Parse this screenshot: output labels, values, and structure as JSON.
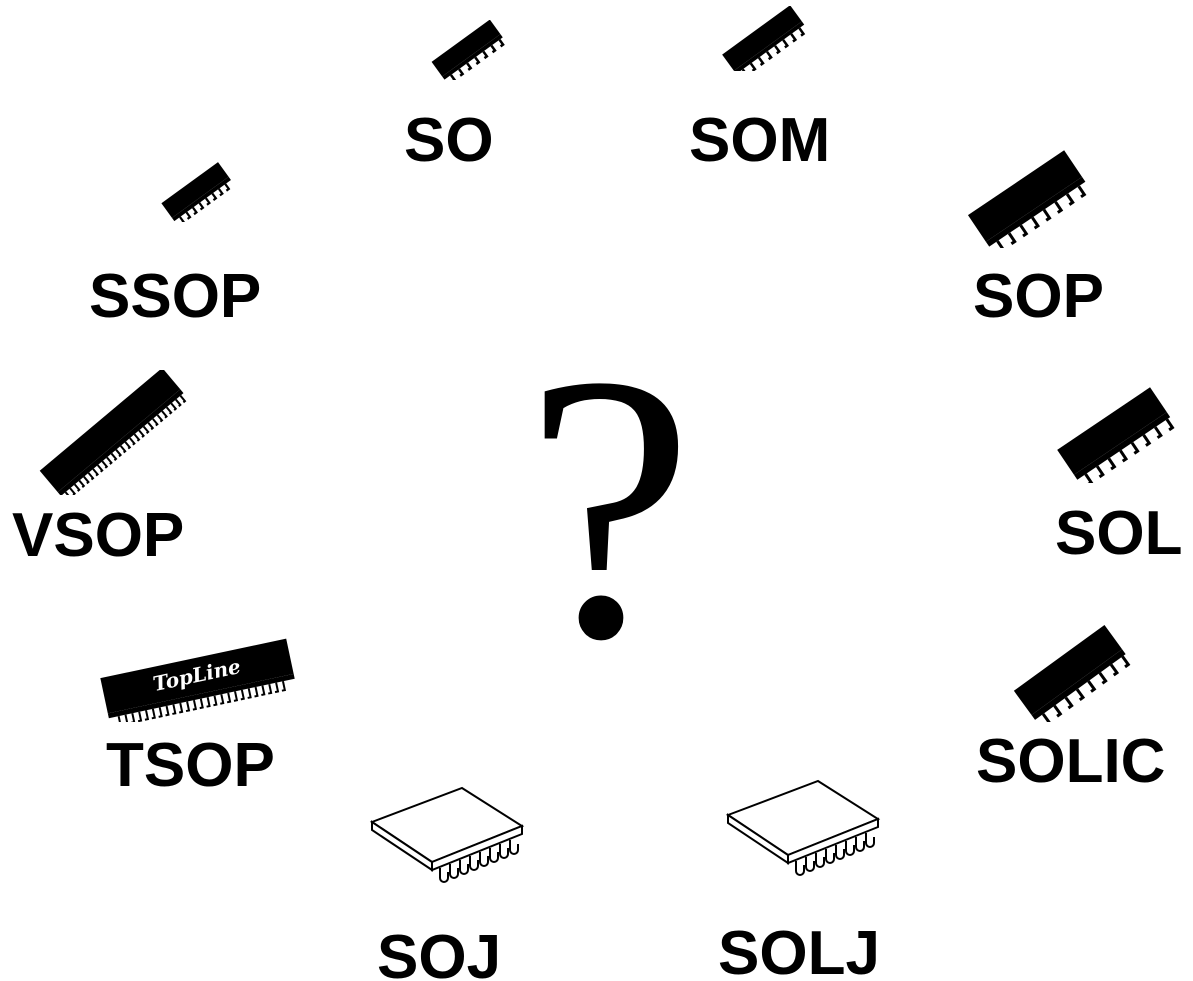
{
  "center_symbol": "?",
  "packages": [
    {
      "id": "so",
      "label": "SO"
    },
    {
      "id": "som",
      "label": "SOM"
    },
    {
      "id": "ssop",
      "label": "SSOP"
    },
    {
      "id": "sop",
      "label": "SOP"
    },
    {
      "id": "vsop",
      "label": "VSOP"
    },
    {
      "id": "sol",
      "label": "SOL"
    },
    {
      "id": "tsop",
      "label": "TSOP",
      "chip_marking": "TopLine"
    },
    {
      "id": "solic",
      "label": "SOLIC"
    },
    {
      "id": "soj",
      "label": "SOJ"
    },
    {
      "id": "solj",
      "label": "SOLJ"
    }
  ],
  "colors": {
    "ink": "#000000",
    "background": "#ffffff"
  }
}
